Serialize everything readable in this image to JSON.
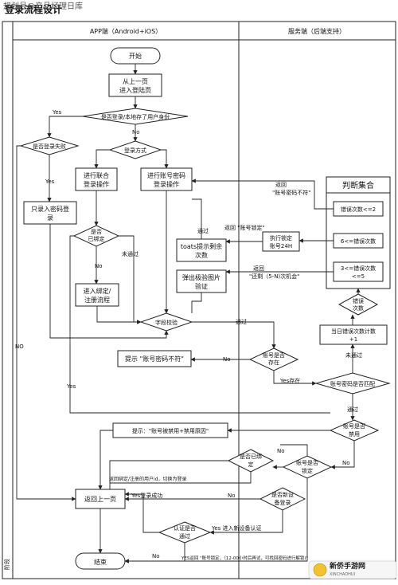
{
  "header": {
    "title": "登录流程设计",
    "overlay": "规划号@产品经理日库"
  },
  "lanes": {
    "left": "APP端（Android+iOS）",
    "right": "服务端（后端支持）",
    "side": "阶段"
  },
  "nodes": {
    "start": "开始",
    "from_prev": [
      "从上一页",
      "进入登陆页"
    ],
    "logged_in": "是否登录/本地存了用户身份",
    "login_fail": "是否登录失败",
    "login_method": "登录方式",
    "only_pwd": [
      "只录入密码登",
      "录"
    ],
    "oauth": [
      "进行联合",
      "登录操作"
    ],
    "acct_pwd": [
      "进行账号密码",
      "登录操作"
    ],
    "is_bound": [
      "是否",
      "已绑定"
    ],
    "bind_flow": [
      "进入绑定/",
      "注册流程"
    ],
    "toast": [
      "toats提示剩余",
      "次数"
    ],
    "slider": [
      "弹出极验图片",
      "验证"
    ],
    "field_check": "字段校验",
    "acct_exists": [
      "账号是否",
      "存在"
    ],
    "tip_wrong": "提示 \"账号密码不符\"",
    "pwd_match": "账号密码是否匹配",
    "decision_set": "判断集合",
    "err_le2": "错误次数<=2",
    "err_6": "6<=错误次数",
    "err_3_5": [
      "3<=错误次数",
      "<=5"
    ],
    "lock": [
      "执行锁定",
      "账号24H"
    ],
    "err_count": [
      "错误",
      "次数"
    ],
    "daily_err": [
      "当日错误次数计数",
      "+1"
    ],
    "acct_disabled": [
      "账号是否",
      "禁用"
    ],
    "tip_disabled": "提示：\"账号被禁用+禁用原因\"",
    "is_bound2": [
      "是否已绑",
      "定"
    ],
    "acct_locked": [
      "账号是否",
      "锁定"
    ],
    "new_device": [
      "是否新设",
      "备登录"
    ],
    "back_prev": "返回上一页",
    "verify_pass": [
      "认证是否",
      "通过"
    ],
    "end": "结束"
  },
  "labels": {
    "yes": "Yes",
    "no": "No",
    "no_caps": "NO",
    "pass": "通过",
    "not_pass": "未通过",
    "ret_mismatch": [
      "返回",
      "\"账号密码不符\""
    ],
    "ret_locked": "返回 \"账号锁定\"",
    "ret_remaining": [
      "返回",
      "\"还剩（5-N)次机会\""
    ],
    "yes_exists": "Yes存在",
    "ret_bind": "返回绑定/注册的用户id，切换为登录",
    "yes_login_ok": "Yes登录成功",
    "yes_new_device": "Yes 进入新设备认证",
    "yes_return_locked": "YES返回 \"账号锁定，（12-00小时后再试，可找回密码进行解锁)\""
  },
  "watermark": [
    "新侨手游网",
    "XINCHAOHUI"
  ]
}
